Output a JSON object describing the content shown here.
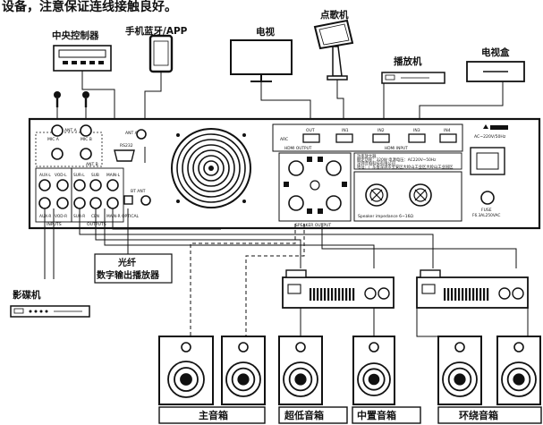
{
  "header_text": "设备，注意保证连线接触良好。",
  "sources": {
    "controller": "中央控制器",
    "phone": "手机蓝牙/APP",
    "tv": "电视",
    "karaoke": "点歌机",
    "player": "播放机",
    "tvbox": "电视盒"
  },
  "panel": {
    "ant_a": "ANT A",
    "ant_b": "ANT B",
    "mica": "MIC A",
    "micb": "MIC B",
    "rs232": "RS232",
    "bt_ant": "BT ANT",
    "inputs_title": "INPUTS",
    "input_labels": [
      "AUX-L",
      "VOD-L",
      "AUX-R",
      "VOD-R"
    ],
    "outputs_title": "OUTPUTS",
    "output_labels": [
      "SUR-L",
      "SUB",
      "MAIN-L",
      "SUR-R",
      "CEN",
      "MAIN-R"
    ],
    "optical": "OPTICAL",
    "hdmi_ports": [
      "OUT",
      "IN1",
      "IN2",
      "IN3",
      "IN4"
    ],
    "arc": "ARC",
    "hdmi_output": "HDMI OUTPUT",
    "hdmi_input": "HDMI INPUT",
    "ac_label": "AC~220V/50Hz",
    "spec_lines": [
      "功率放大器",
      "额定功率：320W  电源电压：AC220V~50Hz",
      "深圳音响科技有限公司",
      "地址：广东省深圳市宝安区大岭山工业区大岭山工业园区"
    ],
    "speaker_output": "SPEAKER OUTPUT",
    "speaker_impedance": "Speaker impedance 6~16Ω",
    "fuse": "FUSE",
    "fuse_rating": "F6.3AL250VAC"
  },
  "optical_device": [
    "光纤",
    "数字输出播放器"
  ],
  "dvd_player": "影碟机",
  "speaker_groups": [
    "主音箱",
    "超低音箱",
    "中置音箱",
    "环绕音箱"
  ]
}
